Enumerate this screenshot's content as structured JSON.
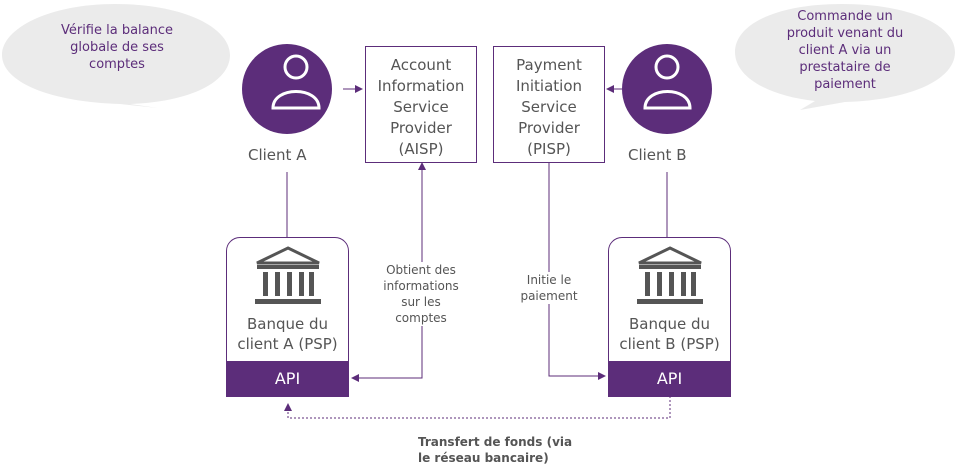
{
  "bubble_a": {
    "lines": [
      "Vérifie la balance",
      "globale de ses",
      "comptes"
    ]
  },
  "bubble_b": {
    "lines": [
      "Commande un",
      "produit venant du",
      "client A via un",
      "prestataire de",
      "paiement"
    ]
  },
  "client_a": {
    "label": "Client A",
    "icon": "user-icon"
  },
  "client_b": {
    "label": "Client B",
    "icon": "user-icon"
  },
  "aisp": {
    "lines": [
      "Account",
      "Information",
      "Service",
      "Provider",
      "(AISP)"
    ]
  },
  "pisp": {
    "lines": [
      "Payment",
      "Initiation",
      "Service",
      "Provider",
      "(PISP)"
    ]
  },
  "bank_a": {
    "lines": [
      "Banque du",
      "client A (PSP)"
    ],
    "api": "API",
    "icon": "bank-icon"
  },
  "bank_b": {
    "lines": [
      "Banque du",
      "client B (PSP)"
    ],
    "api": "API",
    "icon": "bank-icon"
  },
  "flow_aisp": {
    "lines": [
      "Obtient des",
      "informations",
      "sur les",
      "comptes"
    ]
  },
  "flow_pisp": {
    "lines": [
      "Initie le",
      "paiement"
    ]
  },
  "transfer": {
    "lines": [
      "Transfert de fonds (via",
      "le réseau bancaire)"
    ]
  },
  "colors": {
    "accent": "#5c2d7a",
    "bubble": "#ebebeb",
    "text": "#555555"
  }
}
